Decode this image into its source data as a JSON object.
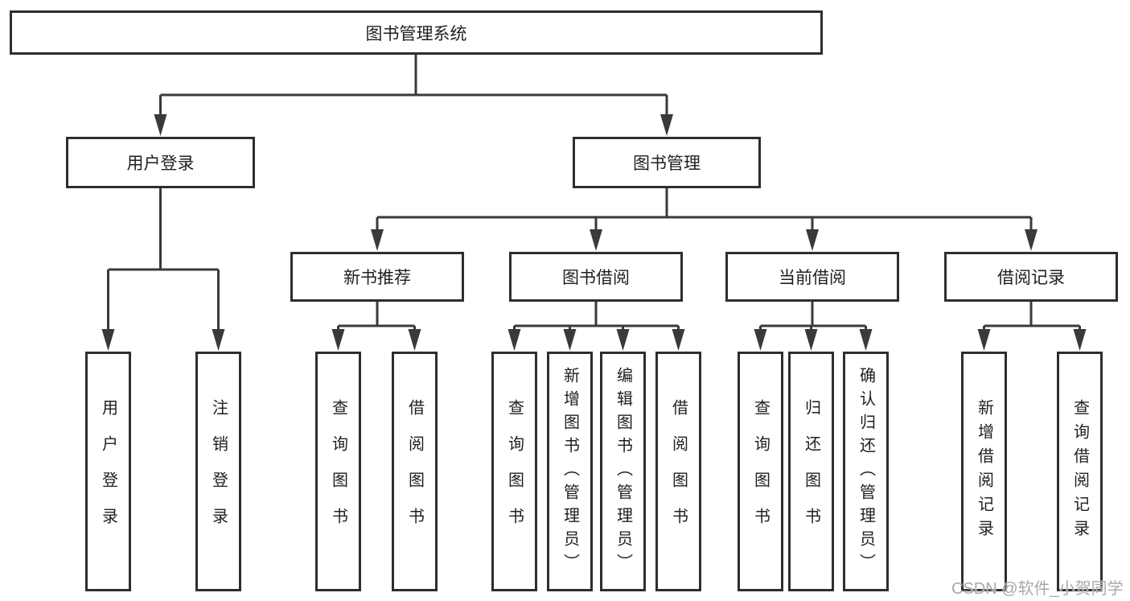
{
  "tree": {
    "root": {
      "label": "图书管理系统",
      "children": [
        {
          "label": "用户登录",
          "children": [
            {
              "label": "用户登录"
            },
            {
              "label": "注销登录"
            }
          ]
        },
        {
          "label": "图书管理",
          "children": [
            {
              "label": "新书推荐",
              "children": [
                {
                  "label": "查询图书"
                },
                {
                  "label": "借阅图书"
                }
              ]
            },
            {
              "label": "图书借阅",
              "children": [
                {
                  "label": "查询图书"
                },
                {
                  "label": "新增图书（管理员）"
                },
                {
                  "label": "编辑图书（管理员）"
                },
                {
                  "label": "借阅图书"
                }
              ]
            },
            {
              "label": "当前借阅",
              "children": [
                {
                  "label": "查询图书"
                },
                {
                  "label": "归还图书"
                },
                {
                  "label": "确认归还（管理员）"
                }
              ]
            },
            {
              "label": "借阅记录",
              "children": [
                {
                  "label": "新增借阅记录"
                },
                {
                  "label": "查询借阅记录"
                }
              ]
            }
          ]
        }
      ]
    }
  },
  "watermark": {
    "text": "CSDN @软件_小贺同学"
  },
  "style": {
    "line_color": "#3a3a3a",
    "border_color": "#2e2e2e",
    "box_background": "#ffffff",
    "text_color": "#1f1f1f",
    "watermark_color": "#a9a9a9"
  }
}
